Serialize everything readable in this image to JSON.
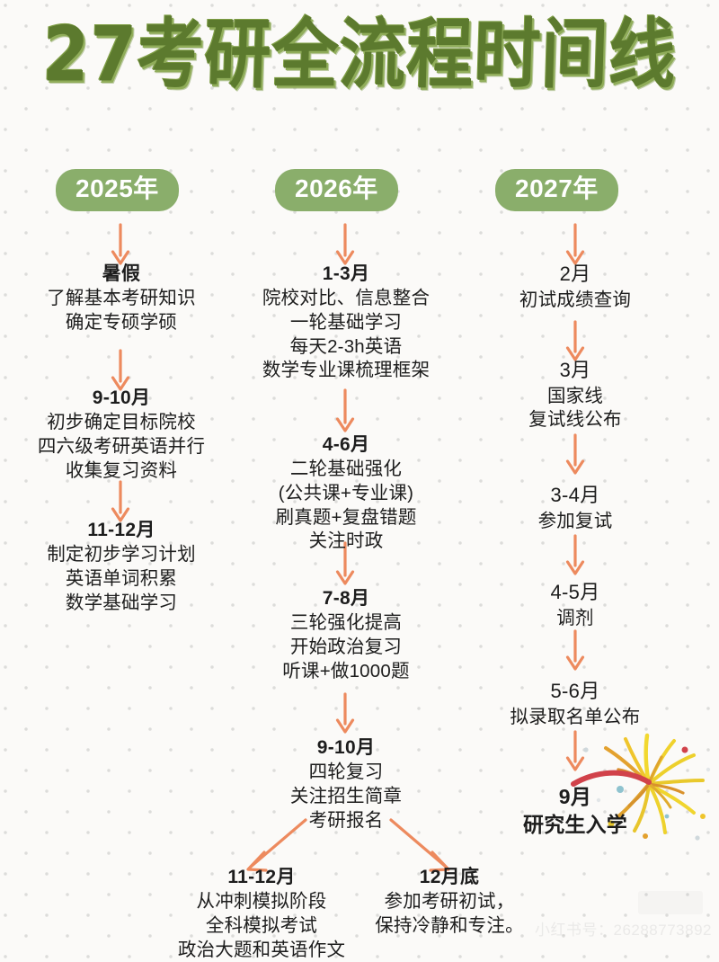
{
  "page": {
    "title": "27考研全流程时间线",
    "background_color": "#fbfaf8",
    "accent_green": "#8aae6b",
    "accent_orange": "#ed8a5e",
    "title_color": "#5c7a2e",
    "watermark": "小红书号：26288773892"
  },
  "columns": [
    {
      "badge": "2025年",
      "nodes": [
        {
          "heading": "暑假",
          "lines": [
            "了解基本考研知识",
            "确定专硕学硕"
          ]
        },
        {
          "heading": "9-10月",
          "lines": [
            "初步确定目标院校",
            "四六级考研英语并行",
            "收集复习资料"
          ]
        },
        {
          "heading": "11-12月",
          "lines": [
            "制定初步学习计划",
            "英语单词积累",
            "数学基础学习"
          ]
        }
      ]
    },
    {
      "badge": "2026年",
      "nodes": [
        {
          "heading": "1-3月",
          "lines": [
            "院校对比、信息整合",
            "一轮基础学习",
            "每天2-3h英语",
            "数学专业课梳理框架"
          ]
        },
        {
          "heading": "4-6月",
          "lines": [
            "二轮基础强化",
            "(公共课+专业课)",
            "刷真题+复盘错题",
            "关注时政"
          ]
        },
        {
          "heading": "7-8月",
          "lines": [
            "三轮强化提高",
            "开始政治复习",
            "听课+做1000题"
          ]
        },
        {
          "heading": "9-10月",
          "lines": [
            "四轮复习",
            "关注招生简章",
            "考研报名"
          ]
        }
      ],
      "branches": [
        {
          "heading": "11-12月",
          "lines": [
            "从冲刺模拟阶段",
            "全科模拟考试",
            "政治大题和英语作文"
          ]
        },
        {
          "heading": "12月底",
          "lines": [
            "参加考研初试，",
            "保持冷静和专注。"
          ]
        }
      ]
    },
    {
      "badge": "2027年",
      "nodes": [
        {
          "heading": "2月",
          "lines": [
            "初试成绩查询"
          ]
        },
        {
          "heading": "3月",
          "lines": [
            "国家线",
            "复试线公布"
          ]
        },
        {
          "heading": "3-4月",
          "lines": [
            "参加复试"
          ]
        },
        {
          "heading": "4-5月",
          "lines": [
            "调剂"
          ]
        },
        {
          "heading": "5-6月",
          "lines": [
            "拟录取名单公布"
          ]
        }
      ],
      "final": {
        "heading": "9月",
        "lines": [
          "研究生入学"
        ]
      }
    }
  ],
  "decor": {
    "firework": "firework-illustration"
  }
}
